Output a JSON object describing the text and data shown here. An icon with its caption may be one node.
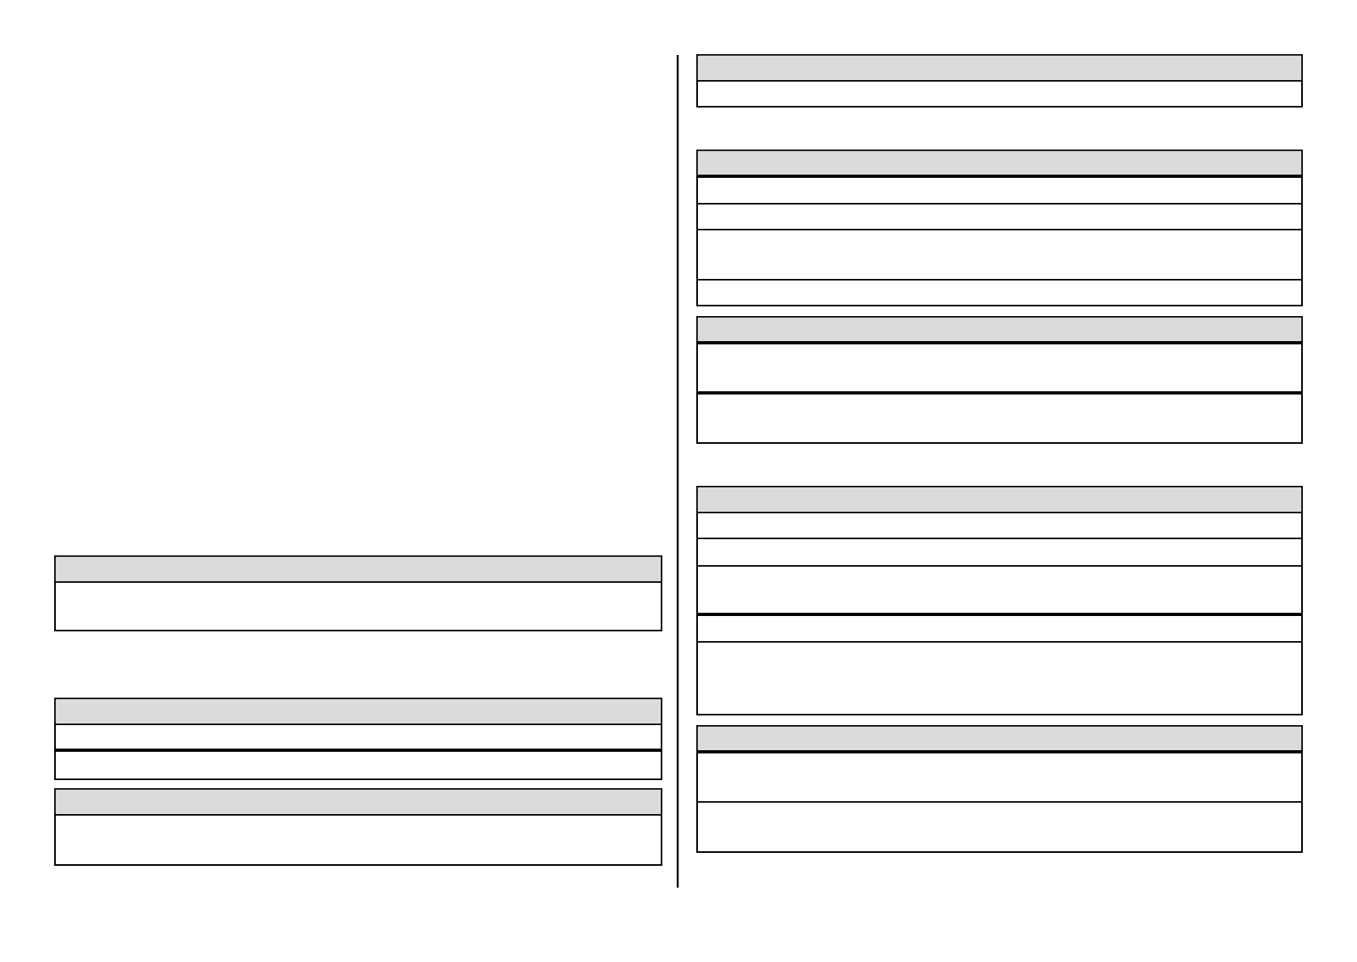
{
  "diagram": {
    "nodes": [
      {
        "text": [],
        "shape": "box"
      },
      {
        "text": [],
        "shape": "box",
        "in": 0
      },
      {
        "text": [],
        "shape": "box",
        "in": 0
      },
      {
        "text": [],
        "shape": "box"
      },
      {
        "text": [],
        "shape": "box",
        "in": 3
      },
      {
        "text": [],
        "shape": "box",
        "in": 3
      },
      {
        "text": [],
        "shape": "box",
        "in": 3
      },
      {
        "text": [],
        "shape": "box"
      },
      {
        "text": [],
        "shape": "box",
        "in": 7
      },
      {
        "text": [],
        "shape": "box",
        "in": 7
      },
      {
        "text": [],
        "shape": "box"
      },
      {
        "text": [],
        "shape": "box",
        "in": 10
      },
      {
        "text": [],
        "shape": "box",
        "in": 10
      },
      {
        "text": [],
        "shape": "box"
      },
      {
        "text": [],
        "shape": "box",
        "in": 13
      },
      {
        "text": [],
        "shape": "box",
        "in": 13
      },
      {
        "text": [],
        "shape": "box",
        "in": 13
      },
      {
        "text": [],
        "shape": "box",
        "in": 13
      },
      {
        "text": [],
        "shape": "box",
        "in": 13
      },
      {
        "text": [],
        "shape": "box"
      },
      {
        "text": [],
        "shape": "box",
        "in": 19
      },
      {
        "text": [],
        "shape": "box",
        "in": 19
      },
      {
        "text": [],
        "shape": "box",
        "in": 19
      },
      {
        "text": [],
        "shape": "box"
      },
      {
        "text": [],
        "shape": "box",
        "in": 23
      },
      {
        "text": [],
        "shape": "box",
        "in": 23
      },
      {
        "text": [],
        "shape": "box",
        "in": 23
      },
      {
        "text": [],
        "shape": "box",
        "in": 23
      },
      {
        "text": [],
        "shape": "box",
        "in": 23
      },
      {
        "text": [],
        "shape": "box",
        "in": 23
      },
      {
        "text": [],
        "shape": "box"
      },
      {
        "text": [],
        "shape": "box",
        "in": 30
      },
      {
        "text": [],
        "shape": "box",
        "in": 30
      },
      {
        "text": [],
        "shape": "box",
        "in": 30
      }
    ]
  }
}
